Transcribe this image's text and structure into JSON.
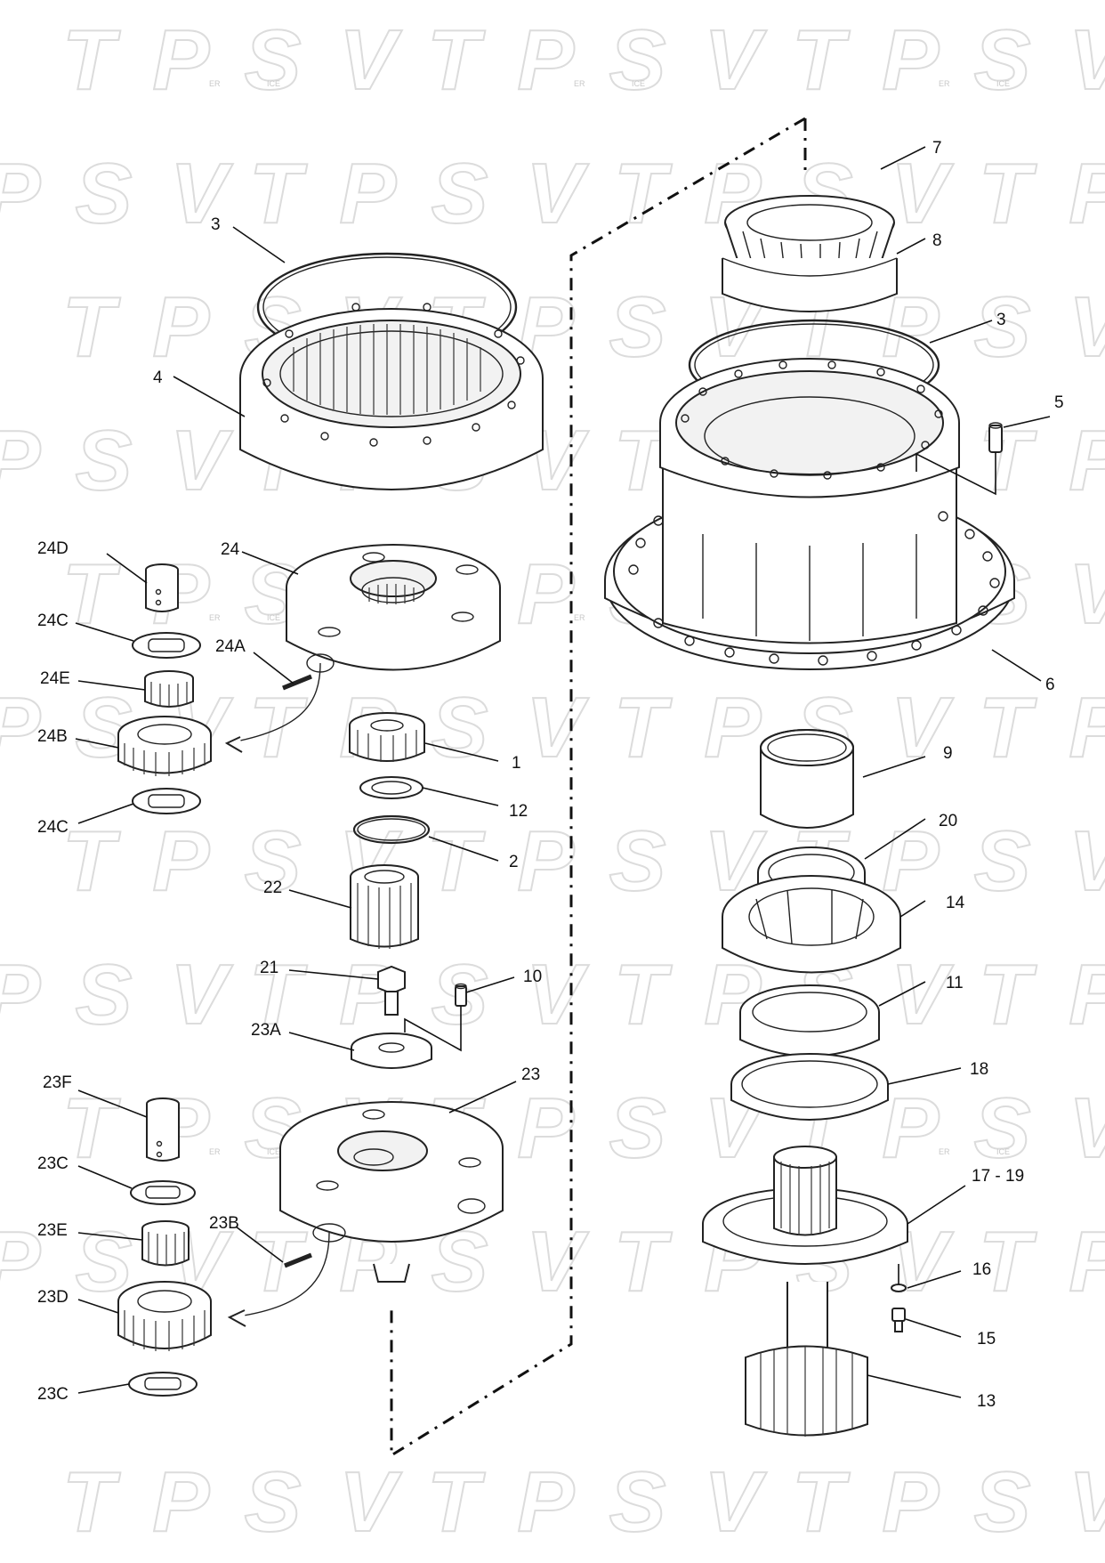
{
  "watermark": {
    "text": "T P S V",
    "sub_left": "ER",
    "sub_right": "ICE"
  },
  "callouts": {
    "c7": "7",
    "c8": "8",
    "c3a": "3",
    "c3b": "3",
    "c4": "4",
    "c5": "5",
    "c6": "6",
    "c9": "9",
    "c20": "20",
    "c14": "14",
    "c11": "11",
    "c18": "18",
    "c17_19": "17 - 19",
    "c16": "16",
    "c15": "15",
    "c13": "13",
    "c24": "24",
    "c24D": "24D",
    "c24C_top": "24C",
    "c24A": "24A",
    "c24E": "24E",
    "c24B": "24B",
    "c24C_bottom": "24C",
    "c1": "1",
    "c12": "12",
    "c2": "2",
    "c22": "22",
    "c21": "21",
    "c10": "10",
    "c23A": "23A",
    "c23": "23",
    "c23F": "23F",
    "c23C_top": "23C",
    "c23B": "23B",
    "c23E": "23E",
    "c23D": "23D",
    "c23C_bottom": "23C"
  },
  "colors": {
    "line": "#222222",
    "watermark": "#dcdcdc",
    "background": "#ffffff"
  }
}
